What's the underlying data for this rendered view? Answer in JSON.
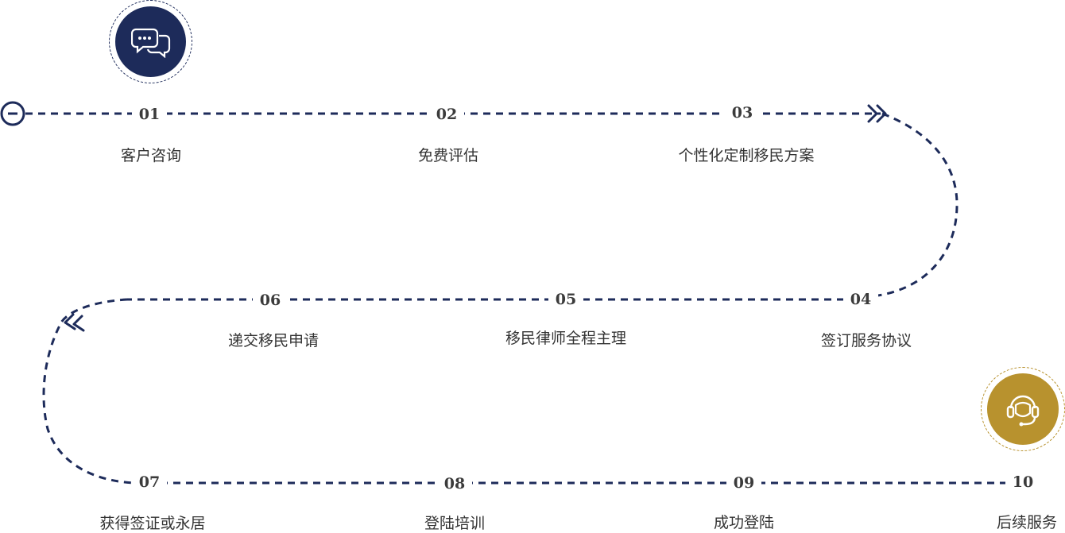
{
  "colors": {
    "navy": "#1d2b5a",
    "gold": "#b8922e",
    "text": "#333333"
  },
  "icons": {
    "start": "chat-bubbles-icon",
    "end": "headset-support-icon"
  },
  "steps": [
    {
      "num": "01",
      "label": "客户咨询"
    },
    {
      "num": "02",
      "label": "免费评估"
    },
    {
      "num": "03",
      "label": "个性化定制移民方案"
    },
    {
      "num": "04",
      "label": "签订服务协议"
    },
    {
      "num": "05",
      "label": "移民律师全程主理"
    },
    {
      "num": "06",
      "label": "递交移民申请"
    },
    {
      "num": "07",
      "label": "获得签证或永居"
    },
    {
      "num": "08",
      "label": "登陆培训"
    },
    {
      "num": "09",
      "label": "成功登陆"
    },
    {
      "num": "10",
      "label": "后续服务"
    }
  ]
}
